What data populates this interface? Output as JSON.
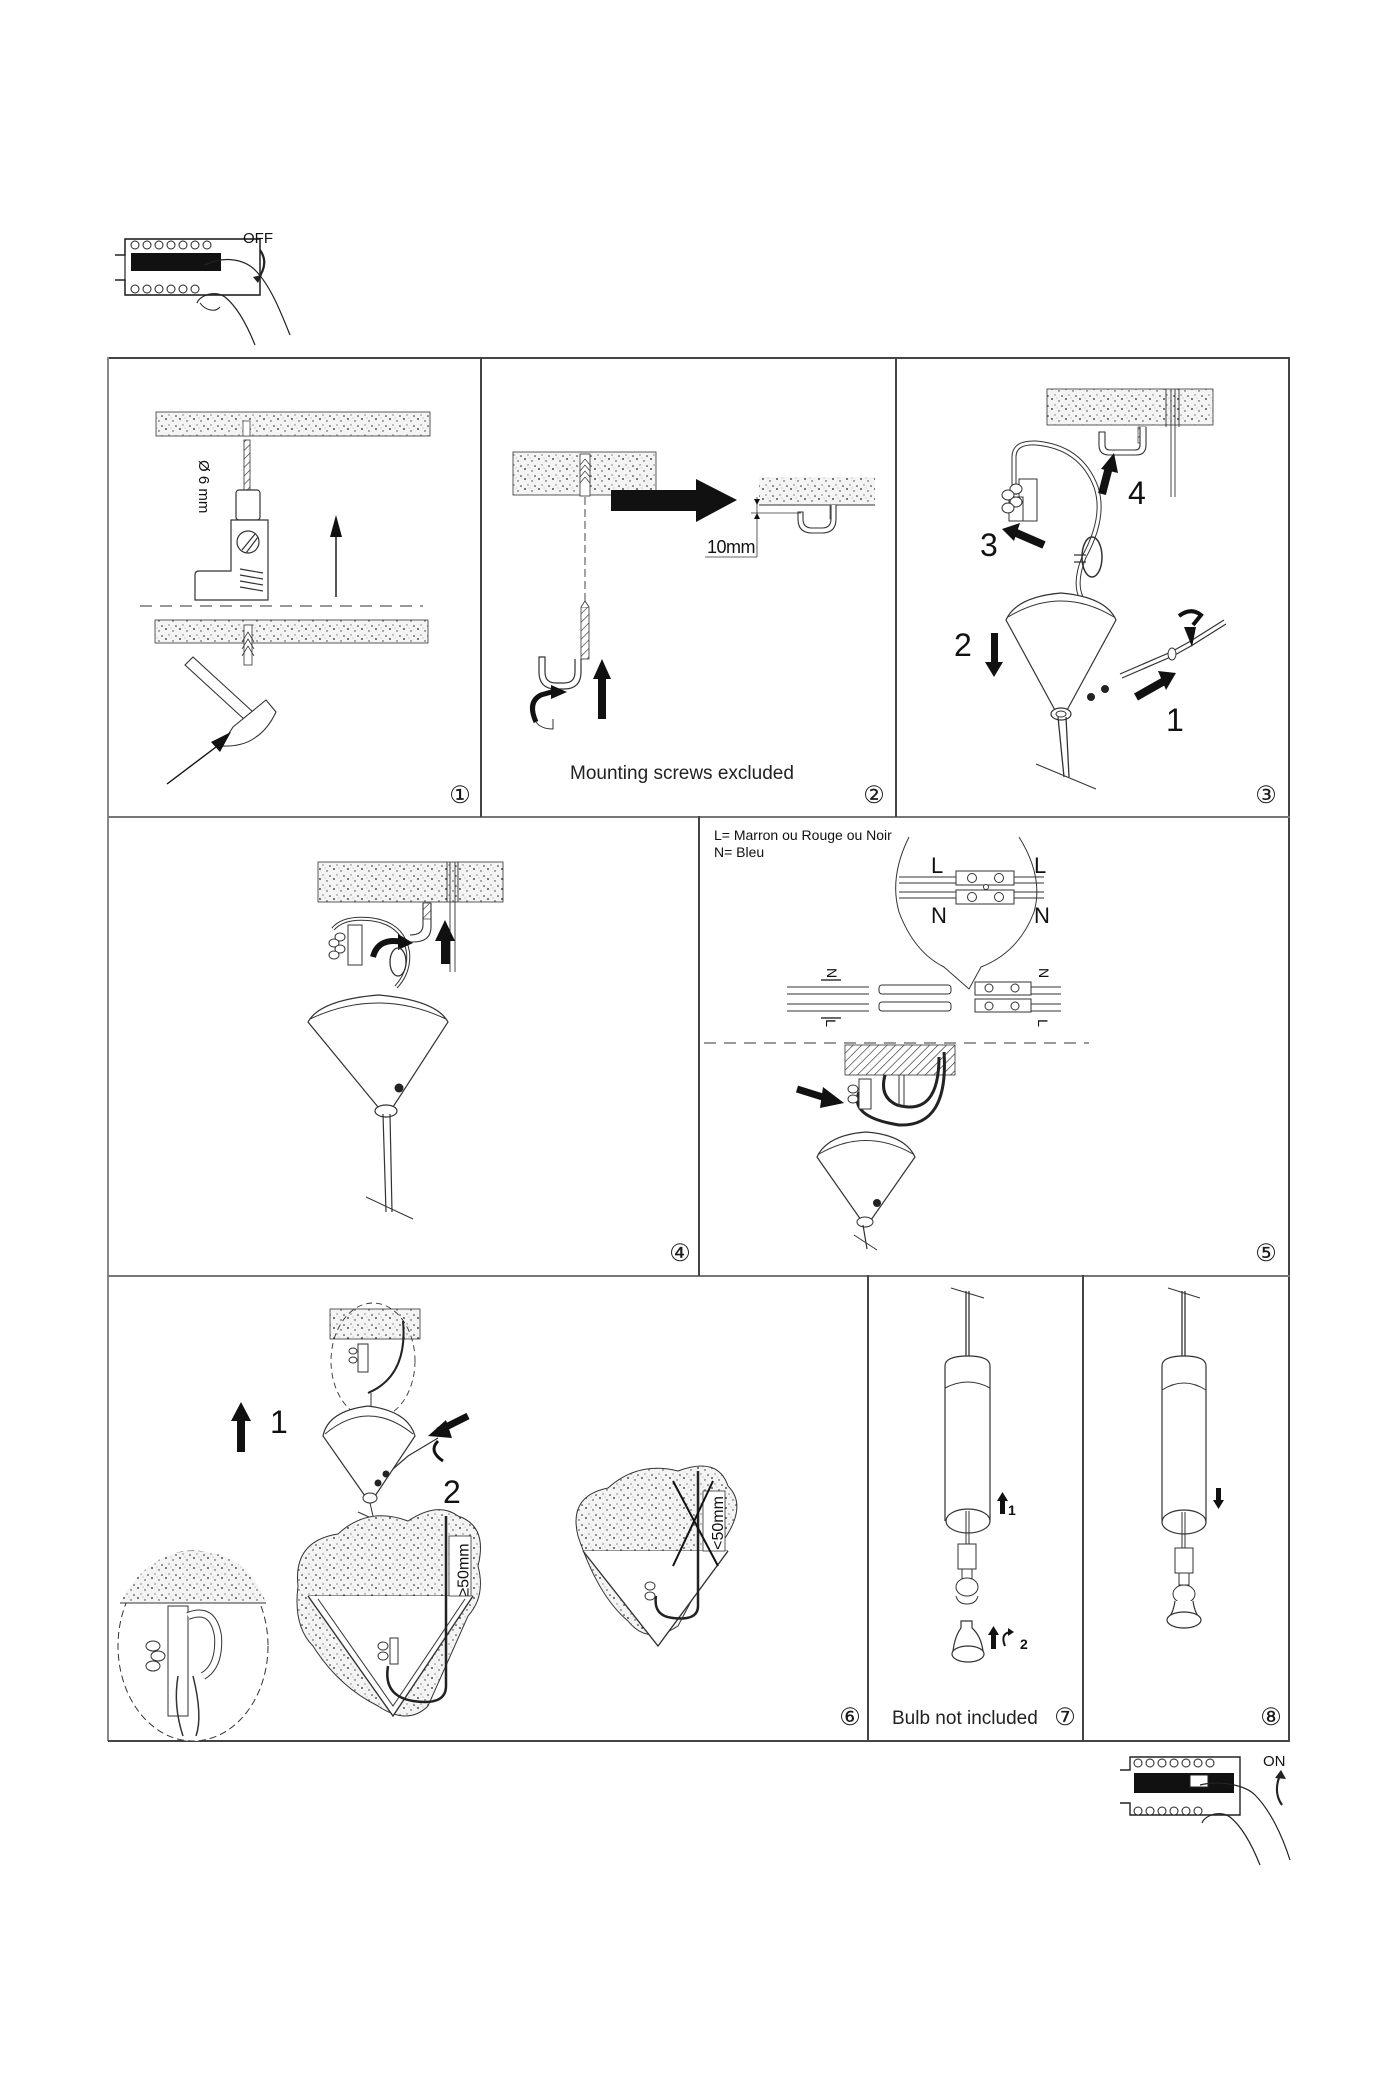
{
  "document": {
    "type": "installation-instructions",
    "breaker_off_label": "OFF",
    "breaker_on_label": "ON"
  },
  "steps": [
    {
      "number": "①",
      "drill_label": "Ø 6 mm"
    },
    {
      "number": "②",
      "caption": "Mounting screws excluded",
      "dimension_label": "10mm"
    },
    {
      "number": "③",
      "arrow_labels": [
        "1",
        "2",
        "3",
        "4"
      ]
    },
    {
      "number": "④"
    },
    {
      "number": "⑤",
      "legend_lines": [
        "L= Marron ou Rouge ou Noir",
        "N= Bleu"
      ],
      "terminal_labels": [
        "L",
        "L",
        "N",
        "N"
      ],
      "wire_labels": [
        "N",
        "L",
        "N",
        "L"
      ]
    },
    {
      "number": "⑥",
      "arrow_labels": [
        "1",
        "2"
      ],
      "clearance_ok": "≥50mm",
      "clearance_bad": "<50mm"
    },
    {
      "number": "⑦",
      "caption": "Bulb not included",
      "arrow_labels": [
        "1",
        "2"
      ]
    },
    {
      "number": "⑧"
    }
  ]
}
